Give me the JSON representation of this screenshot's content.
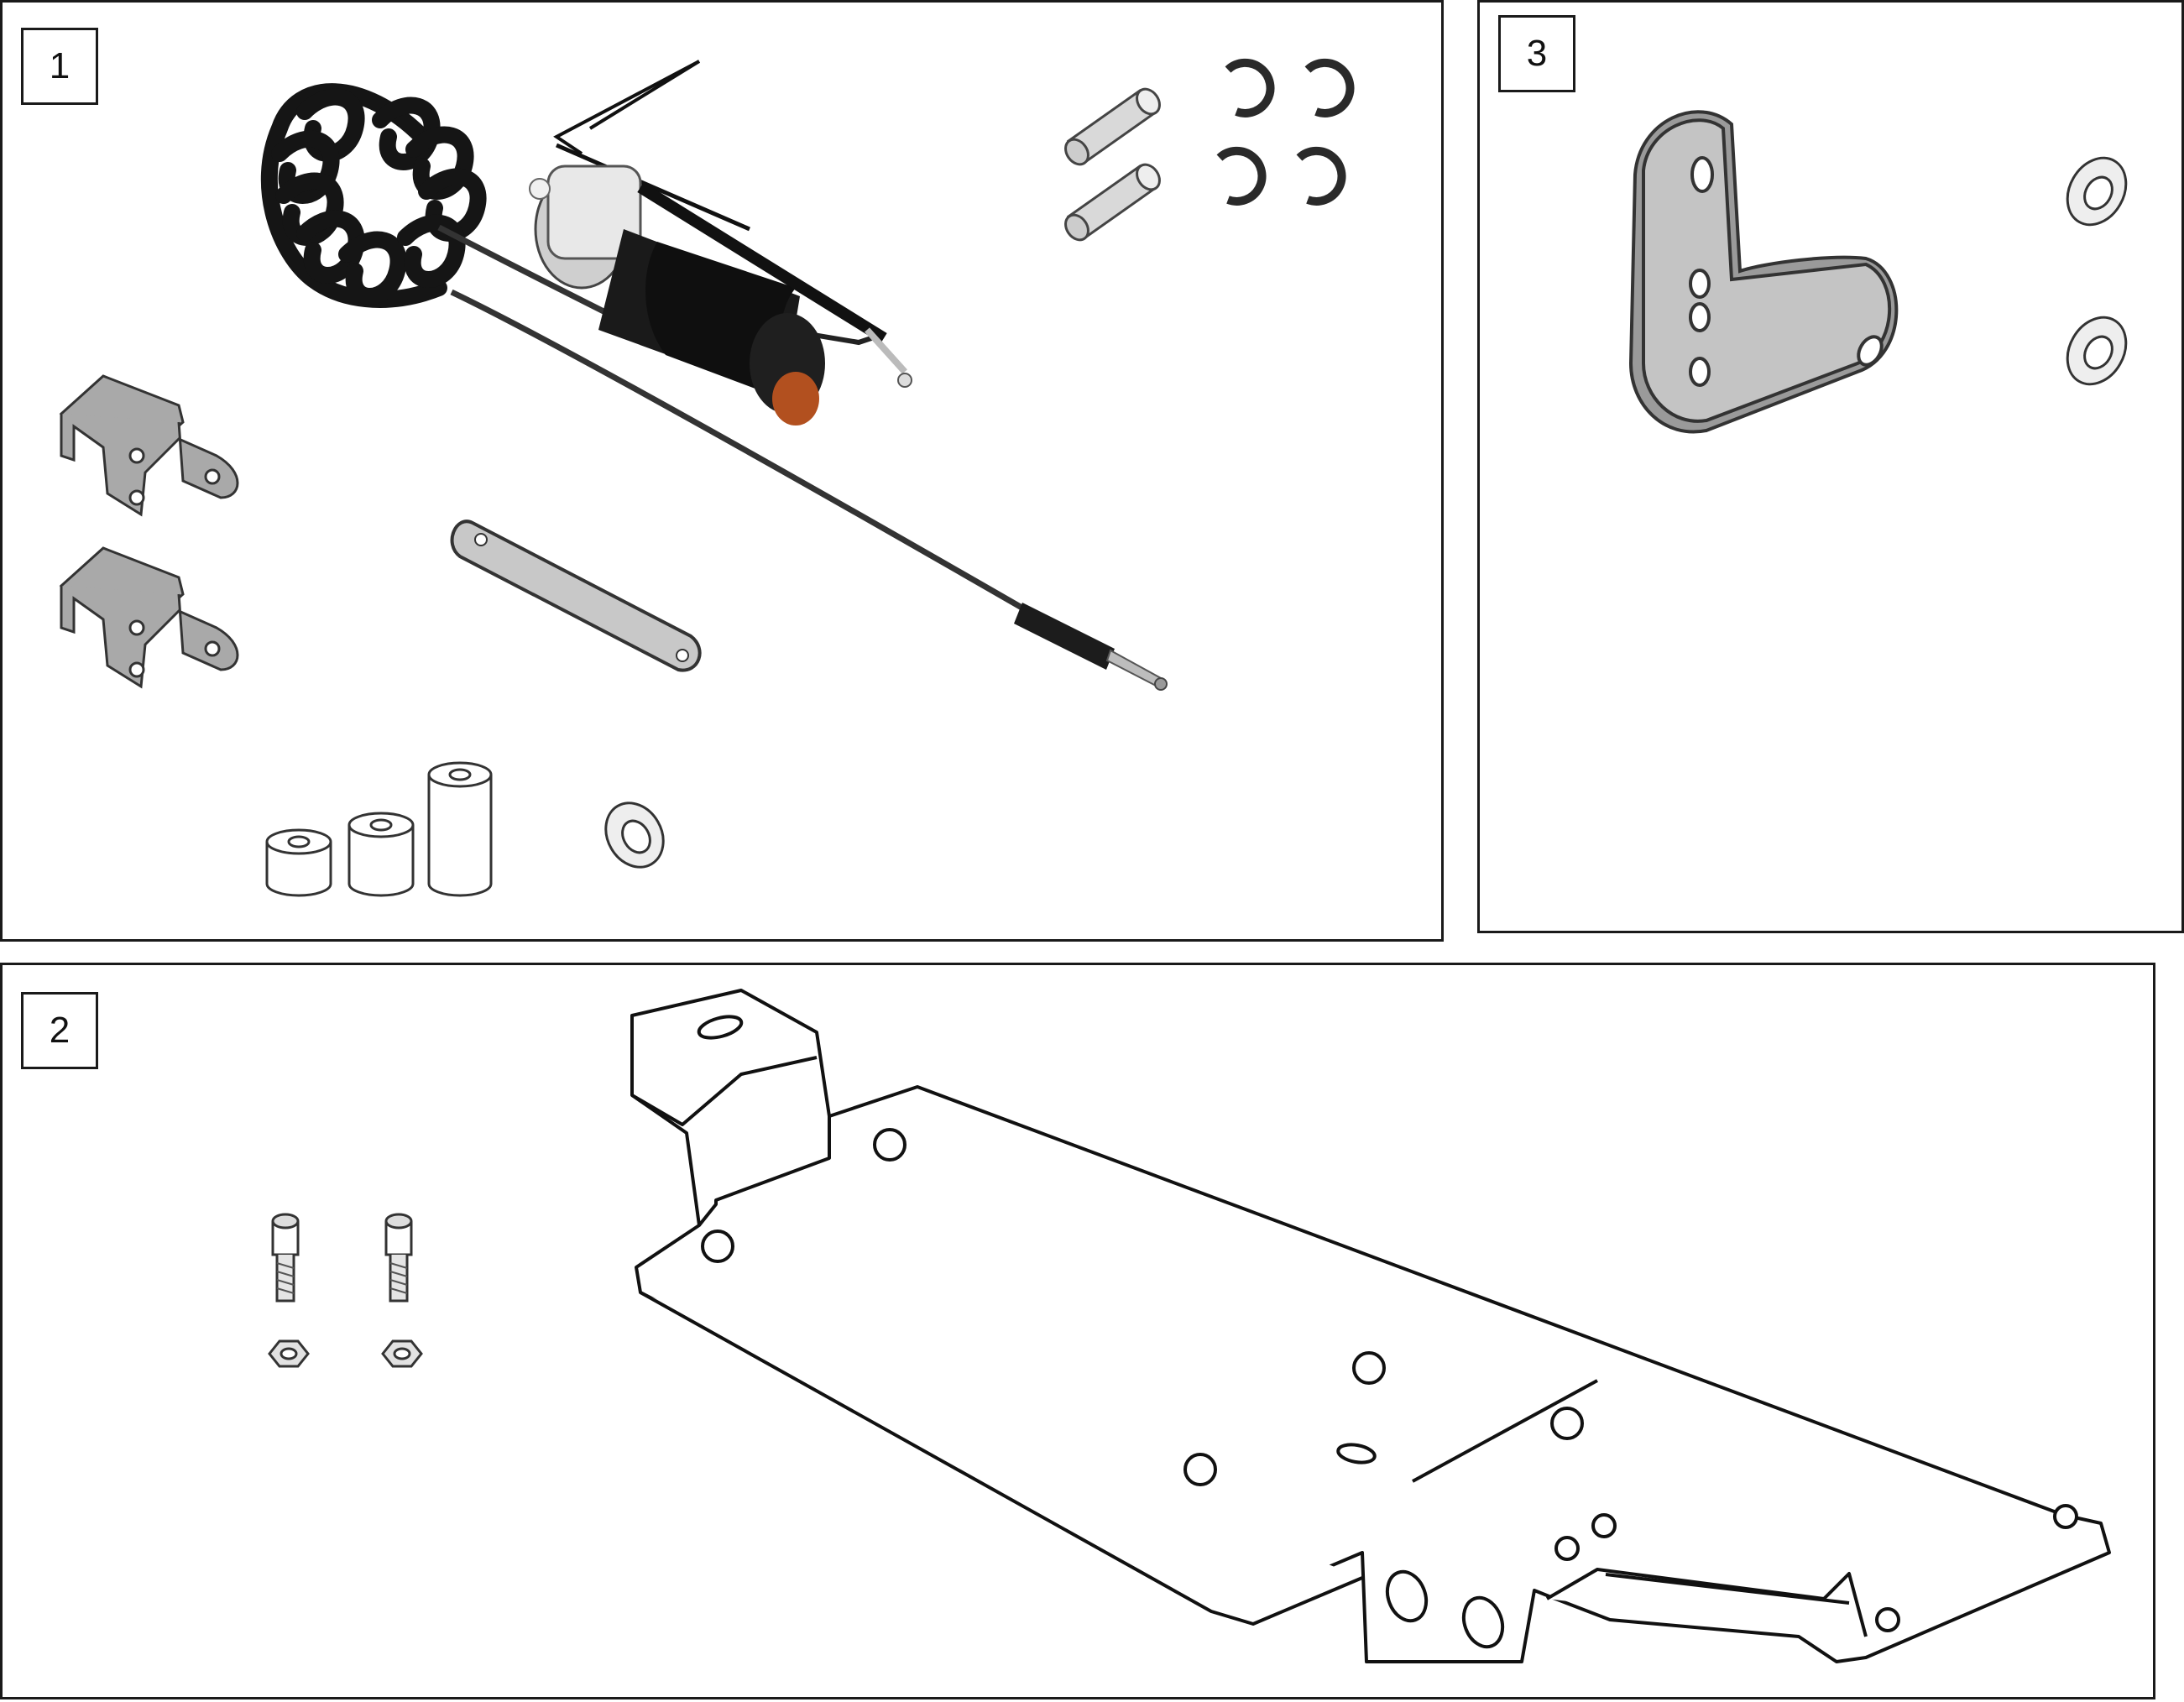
{
  "panels": [
    {
      "label": "1"
    },
    {
      "label": "2"
    },
    {
      "label": "3"
    }
  ],
  "colors": {
    "frame": "#1a1a1a",
    "metal": "#a9a9a9",
    "metal_dark": "#7a7a7a",
    "motor_black": "#141414",
    "cap_orange": "#b2501f",
    "plate_fill": "#ffffff"
  },
  "icons": {
    "panel1": [
      "actuator-motor-icon",
      "coiled-cable-icon",
      "pin-icon",
      "e-clip-icon",
      "bracket-icon",
      "link-bar-icon",
      "spacer-icon",
      "washer-icon"
    ],
    "panel2": [
      "mounting-plate-icon",
      "socket-screw-icon",
      "hex-nut-icon"
    ],
    "panel3": [
      "l-bracket-icon",
      "washer-icon"
    ]
  }
}
